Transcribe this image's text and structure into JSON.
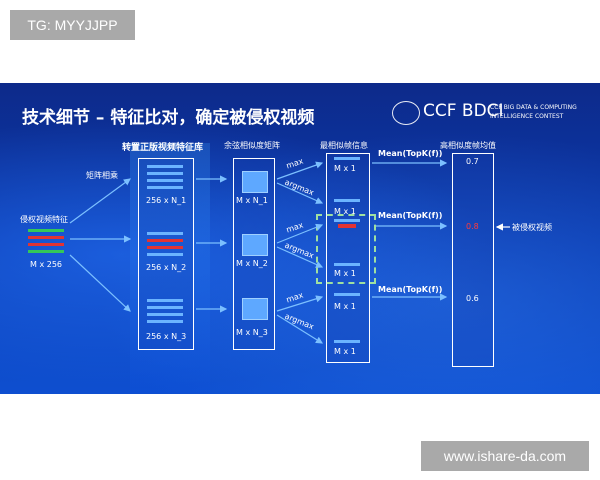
{
  "watermark_top": "TG: MYYJJPP",
  "watermark_bottom": "www.ishare-da.com",
  "slide": {
    "title": "技术细节 – 特征比对，确定被侵权视频",
    "logo_main": "CCF BDCI",
    "logo_sub1": "CCF BIG DATA & COMPUTING",
    "logo_sub2": "INTELLIGENCE CONTEST",
    "left_label": "侵权视频特征",
    "left_dim": "M x 256",
    "matmul_label": "矩阵相乘",
    "library_title": "转置正版视频特征库",
    "lib_labels": [
      "256 x N_1",
      "256 x N_2",
      "256 x N_3"
    ],
    "cos_title": "余弦相似度矩阵",
    "cos_labels": [
      "M x N_1",
      "M x N_2",
      "M x N_3"
    ],
    "max_label": "max",
    "argmax_label": "argmax",
    "mx1_title": "最相似帧信息",
    "mx1_label": "M x 1",
    "mean_label": "Mean(TopK(f))",
    "score_title": "高相似度帧均值",
    "scores": [
      "0.7",
      "0.8",
      "0.6"
    ],
    "infringed_label": "被侵权视频",
    "colors": {
      "accent_red": "#e23333",
      "accent_green": "#34c759",
      "frame_blue": "#6bb4ff",
      "dashed_green": "#9fe0a0"
    }
  }
}
